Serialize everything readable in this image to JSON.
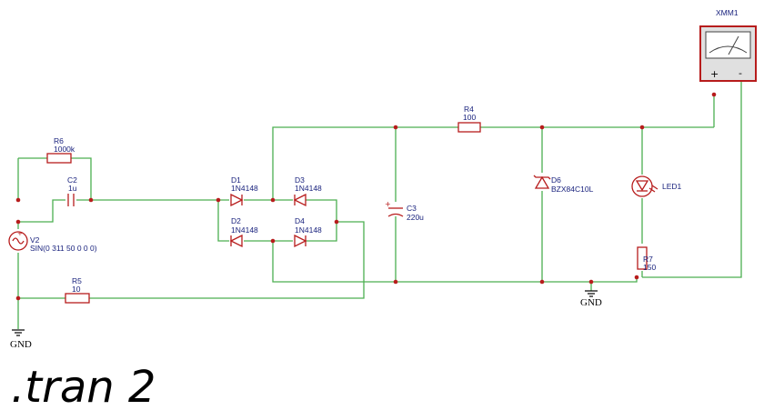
{
  "components": {
    "r6": {
      "ref": "R6",
      "value": "1000k"
    },
    "c2": {
      "ref": "C2",
      "value": "1u"
    },
    "v2": {
      "ref": "V2",
      "value": "SIN(0 311 50 0 0 0)"
    },
    "r5": {
      "ref": "R5",
      "value": "10"
    },
    "d1": {
      "ref": "D1",
      "value": "1N4148"
    },
    "d2": {
      "ref": "D2",
      "value": "1N4148"
    },
    "d3": {
      "ref": "D3",
      "value": "1N4148"
    },
    "d4": {
      "ref": "D4",
      "value": "1N4148"
    },
    "c3": {
      "ref": "C3",
      "value": "220u"
    },
    "r4": {
      "ref": "R4",
      "value": "100"
    },
    "d6": {
      "ref": "D6",
      "value": "BZX84C10L"
    },
    "led1": {
      "ref": "LED1"
    },
    "r7": {
      "ref": "R7",
      "value": "150"
    },
    "xmm1": {
      "ref": "XMM1",
      "plus": "+",
      "minus": "-"
    }
  },
  "ground_labels": [
    "GND",
    "GND"
  ],
  "directive": ".tran 2",
  "colors": {
    "wire": "#4caf50",
    "component": "#b71c1c",
    "label": "#1a237e"
  }
}
